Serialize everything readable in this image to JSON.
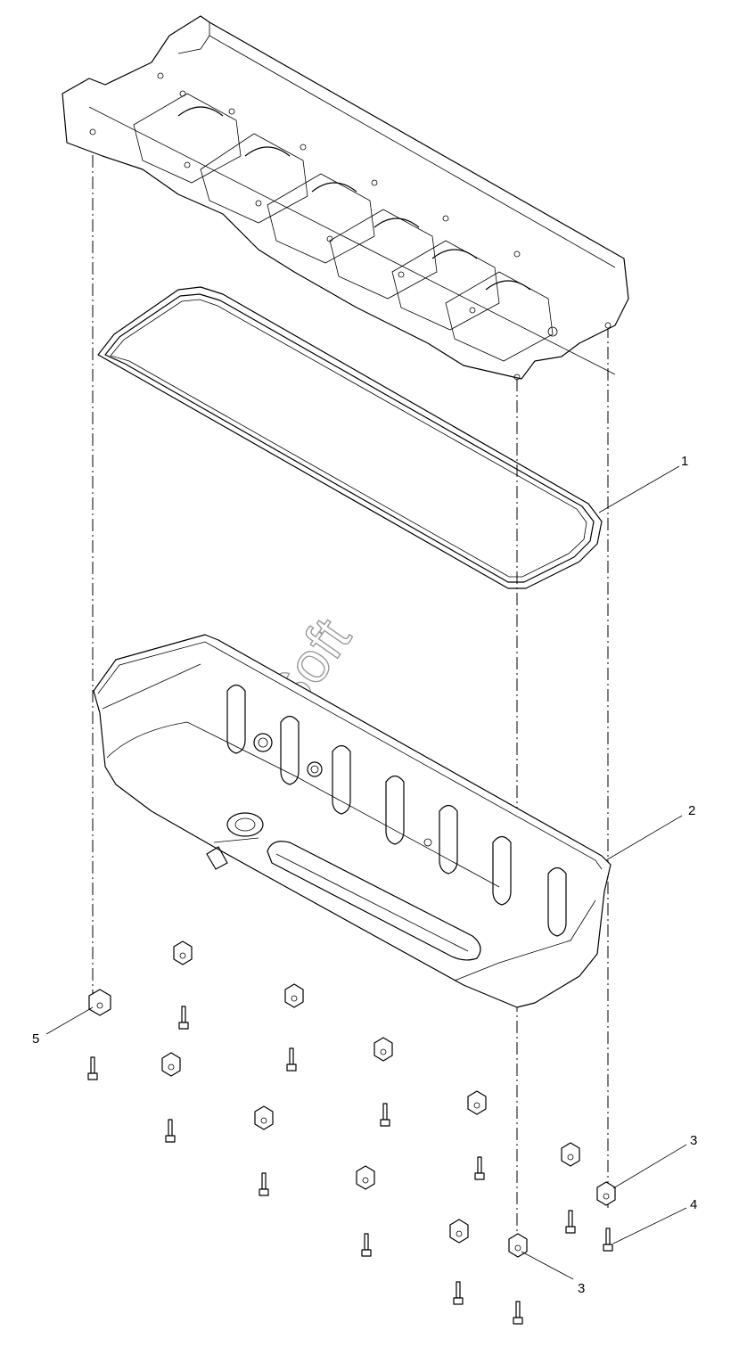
{
  "diagram": {
    "callouts": [
      {
        "id": "1",
        "label": "1"
      },
      {
        "id": "2",
        "label": "2"
      },
      {
        "id": "3a",
        "label": "3"
      },
      {
        "id": "3b",
        "label": "3"
      },
      {
        "id": "4",
        "label": "4"
      },
      {
        "id": "5",
        "label": "5"
      }
    ],
    "watermark": "AutoSoft"
  }
}
